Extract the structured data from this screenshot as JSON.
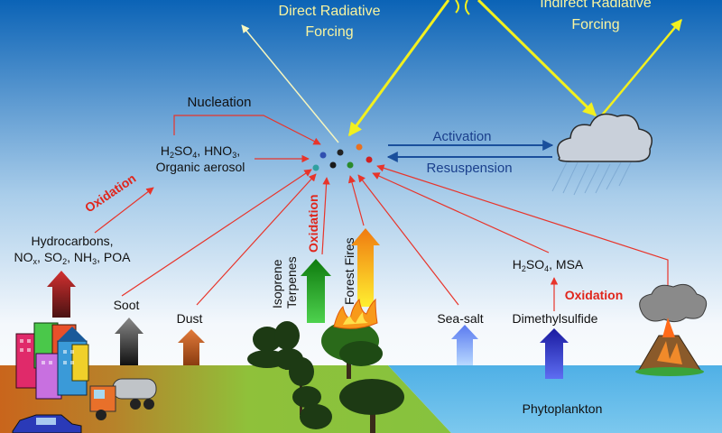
{
  "labels": {
    "direct_1": "Direct Radiative",
    "direct_2": "Forcing",
    "indirect_1": "Indirect Radiative",
    "indirect_2": "Forcing",
    "nucleation": "Nucleation",
    "h2so4_hno3_a": "H",
    "h2so4_hno3_sub1": "2",
    "h2so4_hno3_b": "SO",
    "h2so4_hno3_sub2": "4",
    "h2so4_hno3_c": ", HNO",
    "h2so4_hno3_sub3": "3",
    "h2so4_hno3_d": ",",
    "organic_aerosol": "Organic aerosol",
    "oxidation_left": "Oxidation",
    "hydrocarbons": "Hydrocarbons,",
    "nox_a": "NO",
    "nox_sub": "x",
    "so2_a": ", SO",
    "so2_sub": "2",
    "nh3_a": ", NH",
    "nh3_sub": "3",
    "poa": ", POA",
    "soot": "Soot",
    "dust": "Dust",
    "isoprene": "Isoprene",
    "terpenes": "Terpenes",
    "oxidation_center": "Oxidation",
    "forest_fires": "Forest Fires",
    "activation": "Activation",
    "resuspension": "Resuspension",
    "h2so4_msa_a": "H",
    "h2so4_msa_sub1": "2",
    "h2so4_msa_b": "SO",
    "h2so4_msa_sub2": "4",
    "h2so4_msa_c": ", MSA",
    "oxidation_right": "Oxidation",
    "sea_salt": "Sea-salt",
    "dimethylsulfide": "Dimethylsulfide",
    "phytoplankton": "Phytoplankton"
  },
  "colors": {
    "sky_top": "#0a66b8",
    "sky_bottom": "#ffffff",
    "sun_ray": "#f2f01e",
    "red_arrow": "#e8342a",
    "oxidation_text": "#e0261c",
    "activation_arrow": "#1a4f9c",
    "land": "#9cc93a",
    "land_left": "#c8701e",
    "ocean": "#5bb8e8"
  },
  "icons": {
    "sun": "sun-icon",
    "cloud": "rain-cloud-icon",
    "volcano": "volcano-icon",
    "city": "city-buildings-icon",
    "truck": "tanker-truck-icon",
    "car": "car-icon",
    "trees": "trees-icon",
    "fire": "fire-icon"
  }
}
